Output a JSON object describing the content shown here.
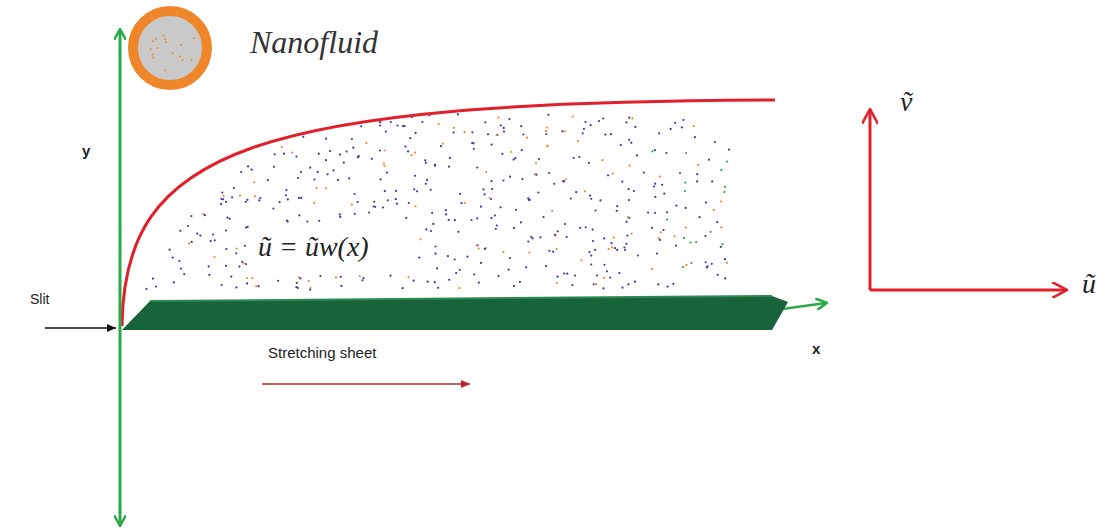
{
  "diagram": {
    "labels": [
      "Nanofluid",
      "y",
      "x",
      "Slit",
      "Stretching sheet",
      "ũ = ũw(x)",
      "ṽ",
      "ũ"
    ]
  }
}
